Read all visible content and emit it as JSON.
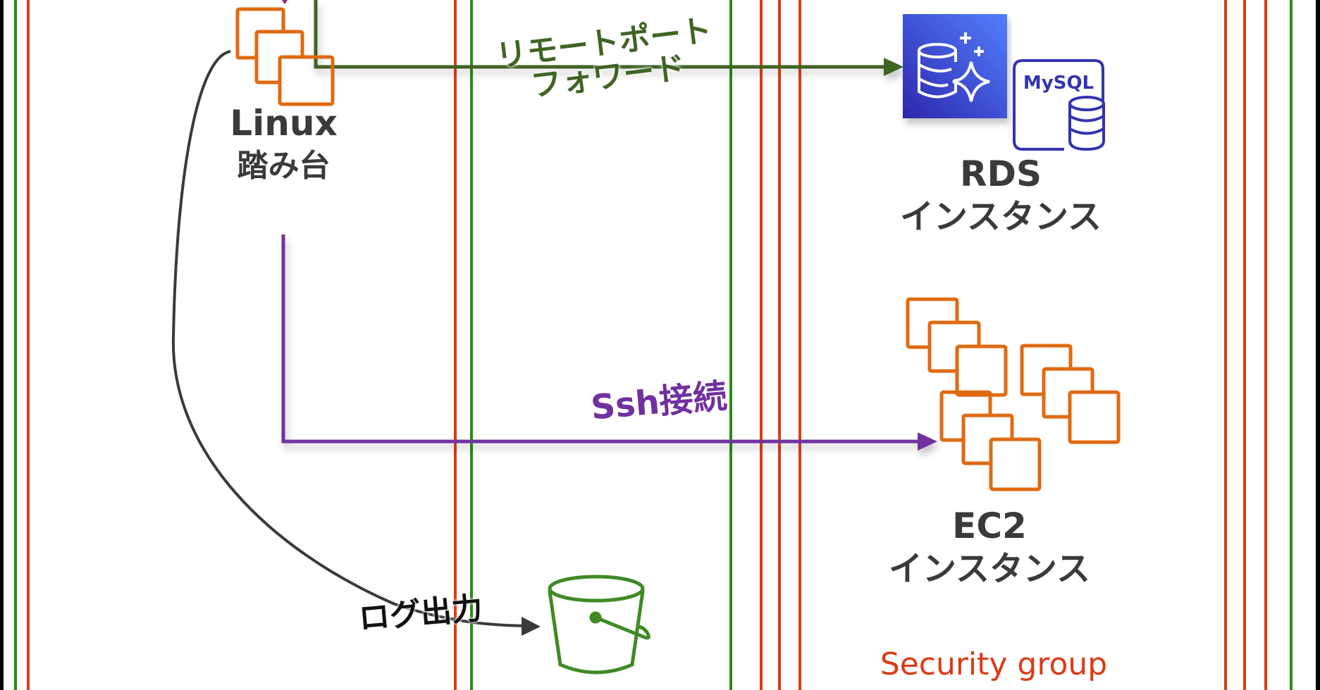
{
  "diagram": {
    "title": "",
    "colors": {
      "security_group_line": "#dd3a16",
      "subnet_line": "#2a8c12",
      "border": "#000000",
      "remote_port_arrow": "#3f6424",
      "ssh_arrow": "#7030a0",
      "log_arrow": "#3a3a3a",
      "ec2_orange": "#e06a10",
      "rds_blue": "#3b48cc",
      "mysql_blue": "#3333b0",
      "s3_green": "#3f8a24",
      "text_dark": "#3a3a3a"
    },
    "nodes": {
      "linux": {
        "icon": "ec2-instances-icon",
        "line1": "Linux",
        "line2": "踏み台"
      },
      "rds": {
        "icon": "rds-icon",
        "badge_icon": "mysql-icon",
        "badge_text": "MySQL",
        "line1": "RDS",
        "line2": "インスタンス"
      },
      "ec2": {
        "icon": "ec2-instances-icon",
        "group_count": 3,
        "line1": "EC2",
        "line2": "インスタンス"
      },
      "s3": {
        "icon": "s3-bucket-icon"
      }
    },
    "edges": {
      "remote_port": {
        "from": "linux",
        "to": "rds",
        "line1": "リモートポート",
        "line2": "フォワード"
      },
      "ssh": {
        "from": "linux",
        "to": "ec2",
        "label": "Ssh接続"
      },
      "log": {
        "from": "linux",
        "to": "s3",
        "label": "ログ出力"
      }
    },
    "boundary_label": "Security group"
  }
}
